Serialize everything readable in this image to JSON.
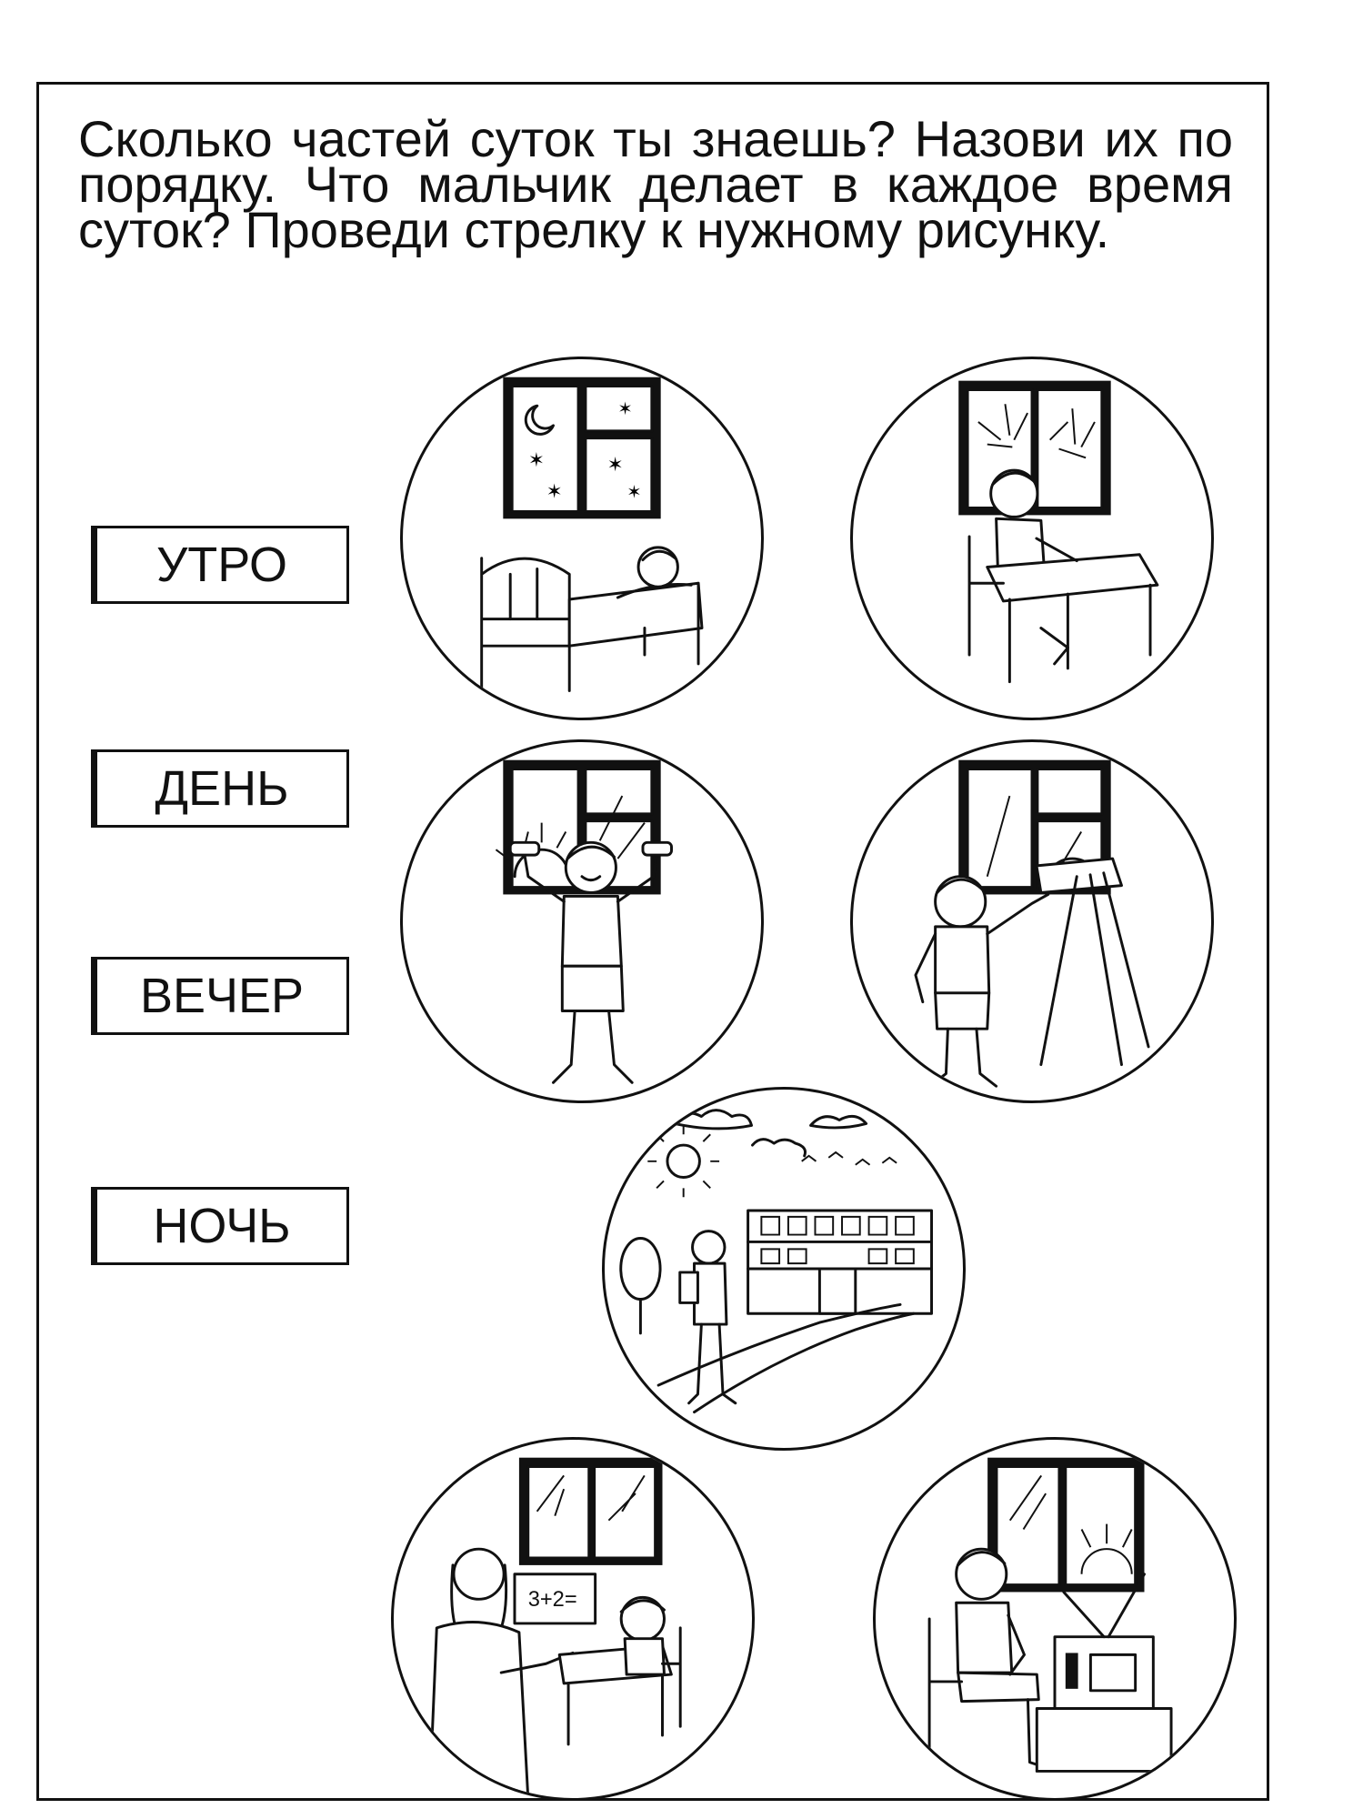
{
  "task": {
    "text": "Сколько частей суток ты знаешь? Назови их по порядку. Что мальчик делает в каждое время суток? Проведи стрелку к нужному рисунку."
  },
  "labels": [
    "УТРО",
    "ДЕНЬ",
    "ВЕЧЕР",
    "НОЧЬ"
  ],
  "pictures": {
    "sleeping": {
      "icon": "boy-sleeping-in-bed-at-night"
    },
    "homework": {
      "icon": "boy-writing-at-desk"
    },
    "exercise": {
      "icon": "boy-doing-exercises-with-dumbbells"
    },
    "painting": {
      "icon": "boy-painting-at-easel"
    },
    "school_walk": {
      "icon": "boy-walking-to-school"
    },
    "lesson": {
      "icon": "teacher-and-boy-at-lesson",
      "board_text": "3+2="
    },
    "tv": {
      "icon": "boy-watching-tv"
    }
  }
}
